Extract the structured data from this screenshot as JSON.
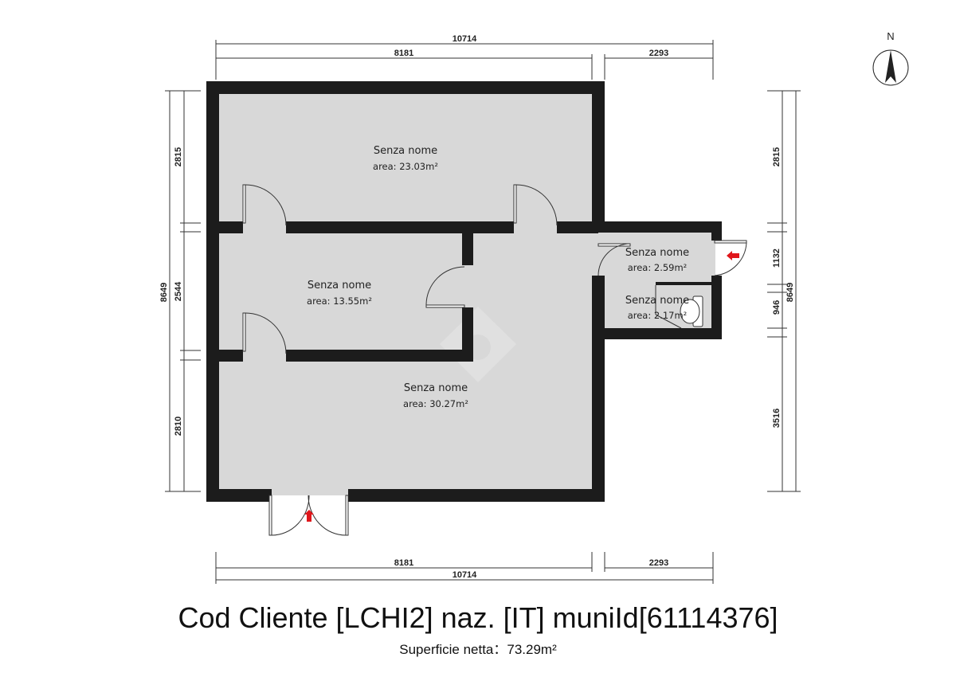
{
  "title": "Cod Cliente [LCHI2] naz. [IT] muniId[61114376]",
  "subtitle": "Superficie netta：73.29m²",
  "north_label": "N",
  "colors": {
    "wall": "#1c1c1c",
    "floor": "#d8d8d8",
    "entry_arrow": "#e0161b",
    "dimension": "#333333"
  },
  "icons": {
    "compass": "north-compass-icon",
    "entry": "entry-arrow-icon",
    "toilet": "toilet-icon"
  },
  "rooms": [
    {
      "name": "Senza nome",
      "area": "area: 23.03m²"
    },
    {
      "name": "Senza nome",
      "area": "area: 13.55m²"
    },
    {
      "name": "Senza nome",
      "area": "area: 30.27m²"
    },
    {
      "name": "Senza nome",
      "area": "area: 2.59m²"
    },
    {
      "name": "Senza nome",
      "area": "area: 2.17m²"
    }
  ],
  "dimensions": {
    "top_total": "10714",
    "top_left": "8181",
    "top_right": "2293",
    "bottom_left": "8181",
    "bottom_right": "2293",
    "bottom_total": "10714",
    "left_total": "8649",
    "left_segments": [
      "2815",
      "2544",
      "2810"
    ],
    "right_total": "8649",
    "right_segments": [
      "2815",
      "1132",
      "946",
      "3516"
    ]
  }
}
